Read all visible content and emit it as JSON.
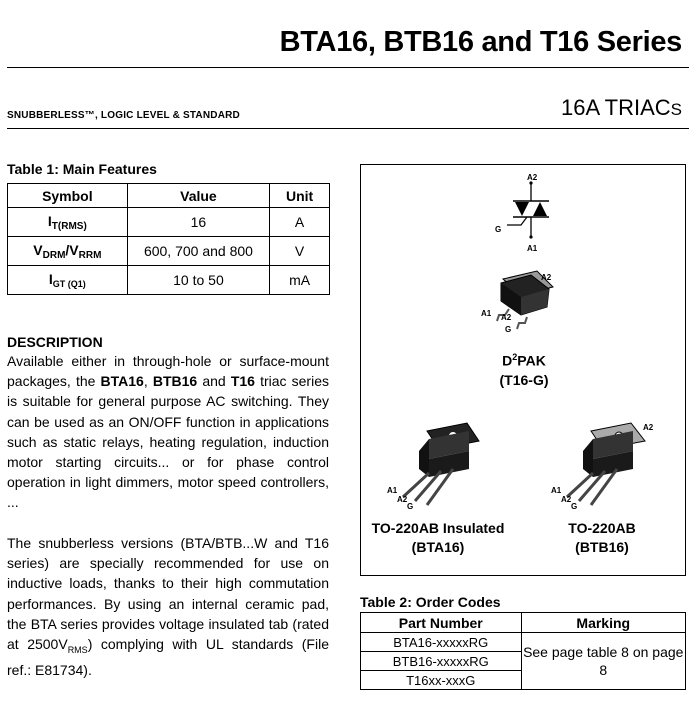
{
  "header": {
    "title": "BTA16, BTB16 and T16 Series",
    "subtitle": "SNUBBERLESS™, LOGIC LEVEL & STANDARD",
    "category": "16A TRIAC",
    "category_suffix": "S"
  },
  "table1": {
    "caption": "Table 1: Main Features",
    "headers": [
      "Symbol",
      "Value",
      "Unit"
    ],
    "rows": [
      {
        "symbol": "I",
        "symbol_sub": "T(RMS)",
        "value": "16",
        "unit": "A"
      },
      {
        "symbol": "V",
        "symbol_sub": "DRM",
        "symbol2": "/V",
        "symbol2_sub": "RRM",
        "value": "600, 700 and 800",
        "unit": "V"
      },
      {
        "symbol": "I",
        "symbol_sub": "GT (Q1)",
        "value": "10 to 50",
        "unit": "mA"
      }
    ]
  },
  "description": {
    "heading": "DESCRIPTION",
    "p1_a": "Available either in through-hole or surface-mount packages, the ",
    "p1_b1": "BTA16",
    "p1_c": ", ",
    "p1_b2": "BTB16",
    "p1_d": " and ",
    "p1_b3": "T16",
    "p1_e": " triac series is suitable for general purpose AC switching. They can be used as an ON/OFF function in applications such as static relays, heating regulation, induction motor starting circuits... or for phase control operation in light dimmers, motor speed controllers, ...",
    "p2_a": "The snubberless versions (BTA/BTB...W and T16 series) are specially recommended for use on inductive loads, thanks to their high commutation performances. By using an internal ceramic pad, the BTA series provides voltage insulated tab (rated at 2500V",
    "p2_sub": "RMS",
    "p2_b": ") complying with UL standards (File ref.: E81734)."
  },
  "figure": {
    "pins": {
      "a2": "A2",
      "a1": "A1",
      "g": "G"
    },
    "d2pak_name": "D",
    "d2pak_sup": "2",
    "d2pak_name2": "PAK",
    "d2pak_code": "(T16-G)",
    "to220_ins_name": "TO-220AB Insulated",
    "to220_ins_code": "(BTA16)",
    "to220_name": "TO-220AB",
    "to220_code": "(BTB16)"
  },
  "table2": {
    "caption": "Table 2: Order Codes",
    "headers": [
      "Part Number",
      "Marking"
    ],
    "parts": [
      "BTA16-xxxxxRG",
      "BTB16-xxxxxRG",
      "T16xx-xxxG"
    ],
    "marking": "See page table 8 on page 8"
  }
}
